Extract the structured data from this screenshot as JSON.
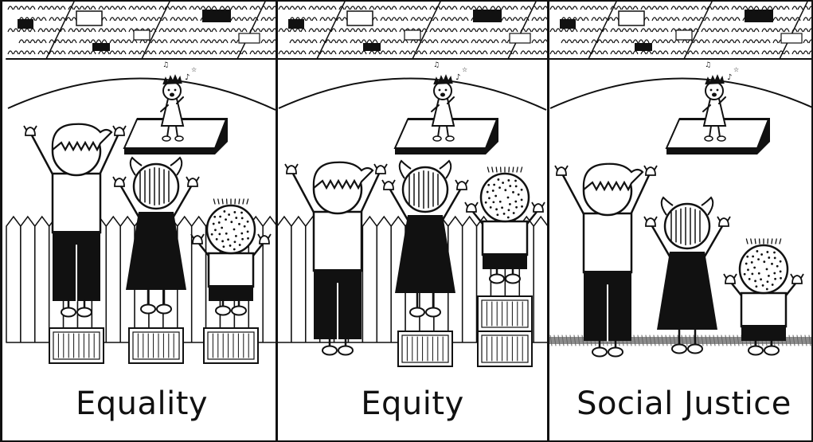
{
  "comic": {
    "panels": [
      {
        "caption": "Equality",
        "boxes": [
          1,
          1,
          1
        ],
        "fence": true,
        "grass": false
      },
      {
        "caption": "Equity",
        "boxes": [
          0,
          1,
          2
        ],
        "fence": true,
        "grass": false
      },
      {
        "caption": "Social Justice",
        "boxes": [
          0,
          0,
          0
        ],
        "fence": false,
        "grass": true
      }
    ]
  },
  "colors": {
    "ink": "#111111",
    "paper": "#ffffff",
    "grass": "#8c8c8c"
  }
}
